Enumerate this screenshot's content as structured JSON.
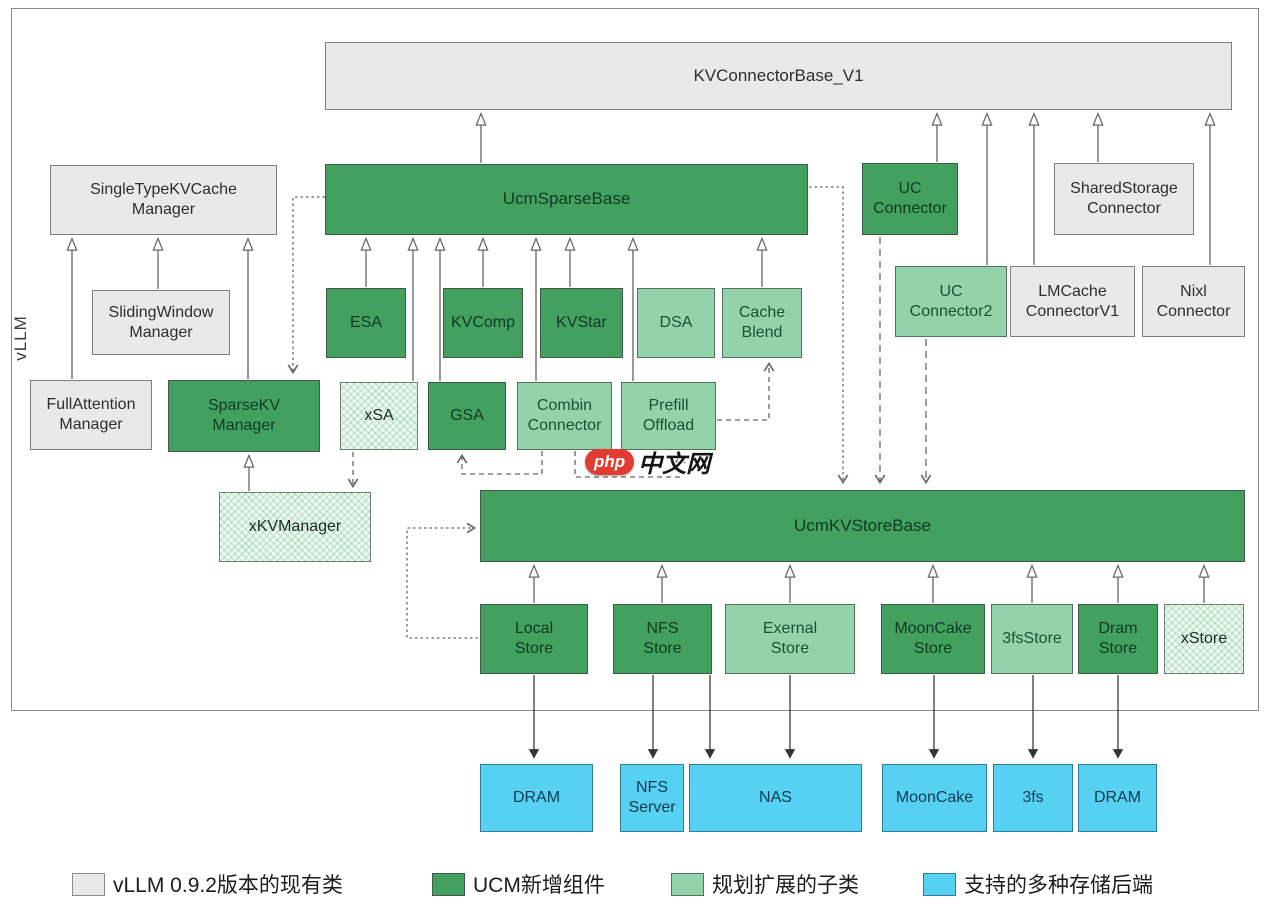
{
  "diagram": {
    "frame_label": "vLLM",
    "nodes": {
      "kv_connector_base": {
        "label": "KVConnectorBase_V1"
      },
      "single_type_kv_cache_manager": {
        "label": "SingleTypeKVCache\nManager"
      },
      "sliding_window_manager": {
        "label": "SlidingWindow\nManager"
      },
      "full_attention_manager": {
        "label": "FullAttention\nManager"
      },
      "sparse_kv_manager": {
        "label": "SparseKV\nManager"
      },
      "ucm_sparse_base": {
        "label": "UcmSparseBase"
      },
      "esa": {
        "label": "ESA"
      },
      "kvcomp": {
        "label": "KVComp"
      },
      "kvstar": {
        "label": "KVStar"
      },
      "dsa": {
        "label": "DSA"
      },
      "cache_blend": {
        "label": "Cache\nBlend"
      },
      "xsa": {
        "label": "xSA"
      },
      "gsa": {
        "label": "GSA"
      },
      "combin_connector": {
        "label": "Combin\nConnector"
      },
      "prefill_offload": {
        "label": "Prefill\nOffload"
      },
      "uc_connector": {
        "label": "UC\nConnector"
      },
      "shared_storage_connector": {
        "label": "SharedStorage\nConnector"
      },
      "uc_connector2": {
        "label": "UC\nConnector2"
      },
      "lmcache_connector_v1": {
        "label": "LMCache\nConnectorV1"
      },
      "nixl_connector": {
        "label": "Nixl\nConnector"
      },
      "xkv_manager": {
        "label": "xKVManager"
      },
      "ucm_kv_store_base": {
        "label": "UcmKVStoreBase"
      },
      "local_store": {
        "label": "Local\nStore"
      },
      "nfs_store": {
        "label": "NFS\nStore"
      },
      "exernal_store": {
        "label": "Exernal\nStore"
      },
      "mooncake_store": {
        "label": "MoonCake\nStore"
      },
      "threefs_store": {
        "label": "3fsStore"
      },
      "dram_store": {
        "label": "Dram\nStore"
      },
      "x_store": {
        "label": "xStore"
      },
      "dram_backend_left": {
        "label": "DRAM"
      },
      "nfs_server_backend": {
        "label": "NFS\nServer"
      },
      "nas_backend": {
        "label": "NAS"
      },
      "mooncake_backend": {
        "label": "MoonCake"
      },
      "threefs_backend": {
        "label": "3fs"
      },
      "dram_backend_right": {
        "label": "DRAM"
      }
    },
    "legend": [
      {
        "label": "vLLM 0.9.2版本的现有类",
        "color": "#e9e9e9"
      },
      {
        "label": "UCM新增组件",
        "color": "#43a160"
      },
      {
        "label": "规划扩展的子类",
        "color": "#93d3ab"
      },
      {
        "label": "支持的多种存储后端",
        "color": "#57d1f1"
      }
    ],
    "watermark": {
      "prefix": "php",
      "text": "中文网"
    }
  }
}
